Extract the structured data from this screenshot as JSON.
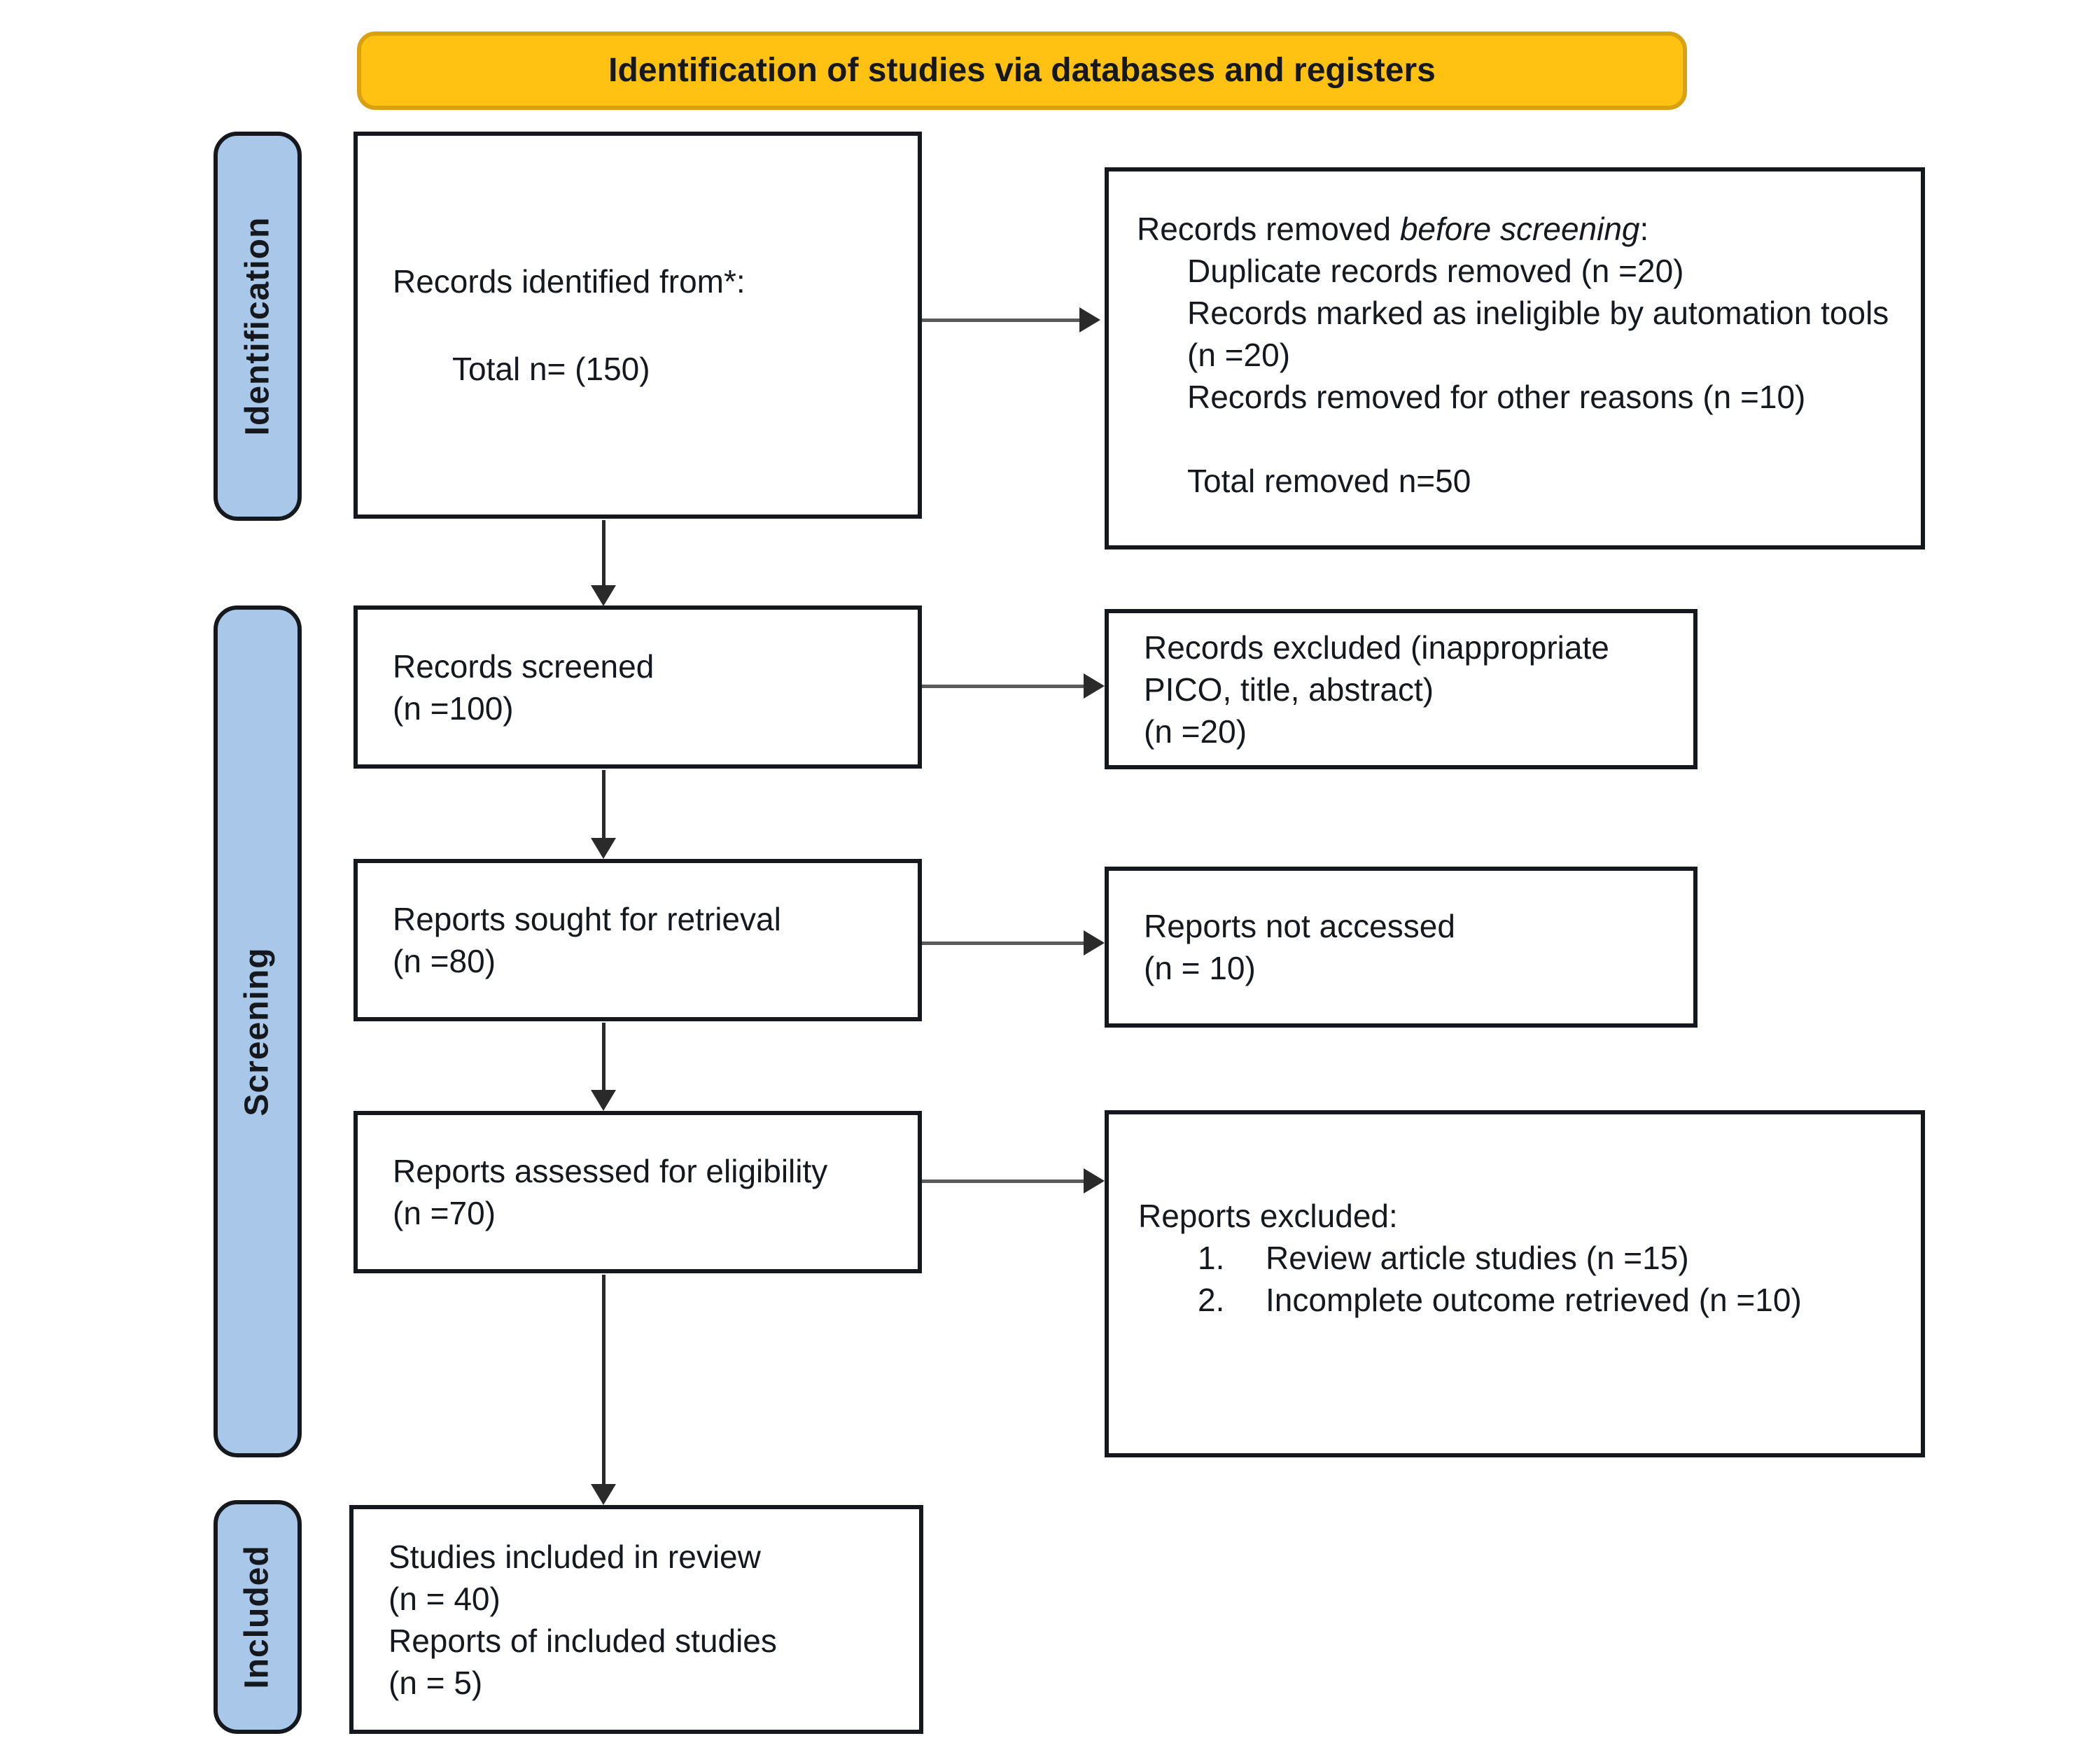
{
  "banner": {
    "title": "Identification of studies via databases and registers"
  },
  "colors": {
    "banner_fill": "#FFC112",
    "banner_border": "#D8A112",
    "stage_fill": "#A9C7E8",
    "ink": "#15191E",
    "arrow": "#2A2A2A"
  },
  "stages": [
    {
      "label": "Identification"
    },
    {
      "label": "Screening"
    },
    {
      "label": "Included"
    }
  ],
  "boxes": {
    "identified": {
      "line1": "Records identified from*:",
      "line2": "Total n= (150)"
    },
    "removed_before_screening": {
      "lead": "Records removed ",
      "lead_italic": "before screening",
      "lead_tail": ":",
      "items": [
        "Duplicate records removed (n =20)",
        "Records marked as ineligible by automation tools (n =20)",
        "Records removed for other reasons (n =10)"
      ],
      "total": "Total removed n=50"
    },
    "screened": {
      "lines": [
        "Records screened",
        "(n =100)"
      ]
    },
    "records_excluded": {
      "lines": [
        "Records excluded (inappropriate",
        "PICO, title, abstract)",
        "(n =20)"
      ]
    },
    "reports_sought": {
      "lines": [
        "Reports sought for retrieval",
        "(n =80)"
      ]
    },
    "reports_not_accessed": {
      "lines": [
        "Reports not accessed",
        "(n = 10)"
      ]
    },
    "reports_assessed": {
      "lines": [
        "Reports assessed for eligibility",
        "(n =70)"
      ]
    },
    "reports_excluded": {
      "heading": "Reports excluded:",
      "items": [
        {
          "num": "1.",
          "text": "Review article studies (n =15)"
        },
        {
          "num": "2.",
          "text": "Incomplete outcome retrieved (n =10)"
        }
      ]
    },
    "included_studies": {
      "lines": [
        "Studies included in review",
        "(n = 40)",
        "Reports of included studies",
        "(n = 5)"
      ]
    }
  }
}
